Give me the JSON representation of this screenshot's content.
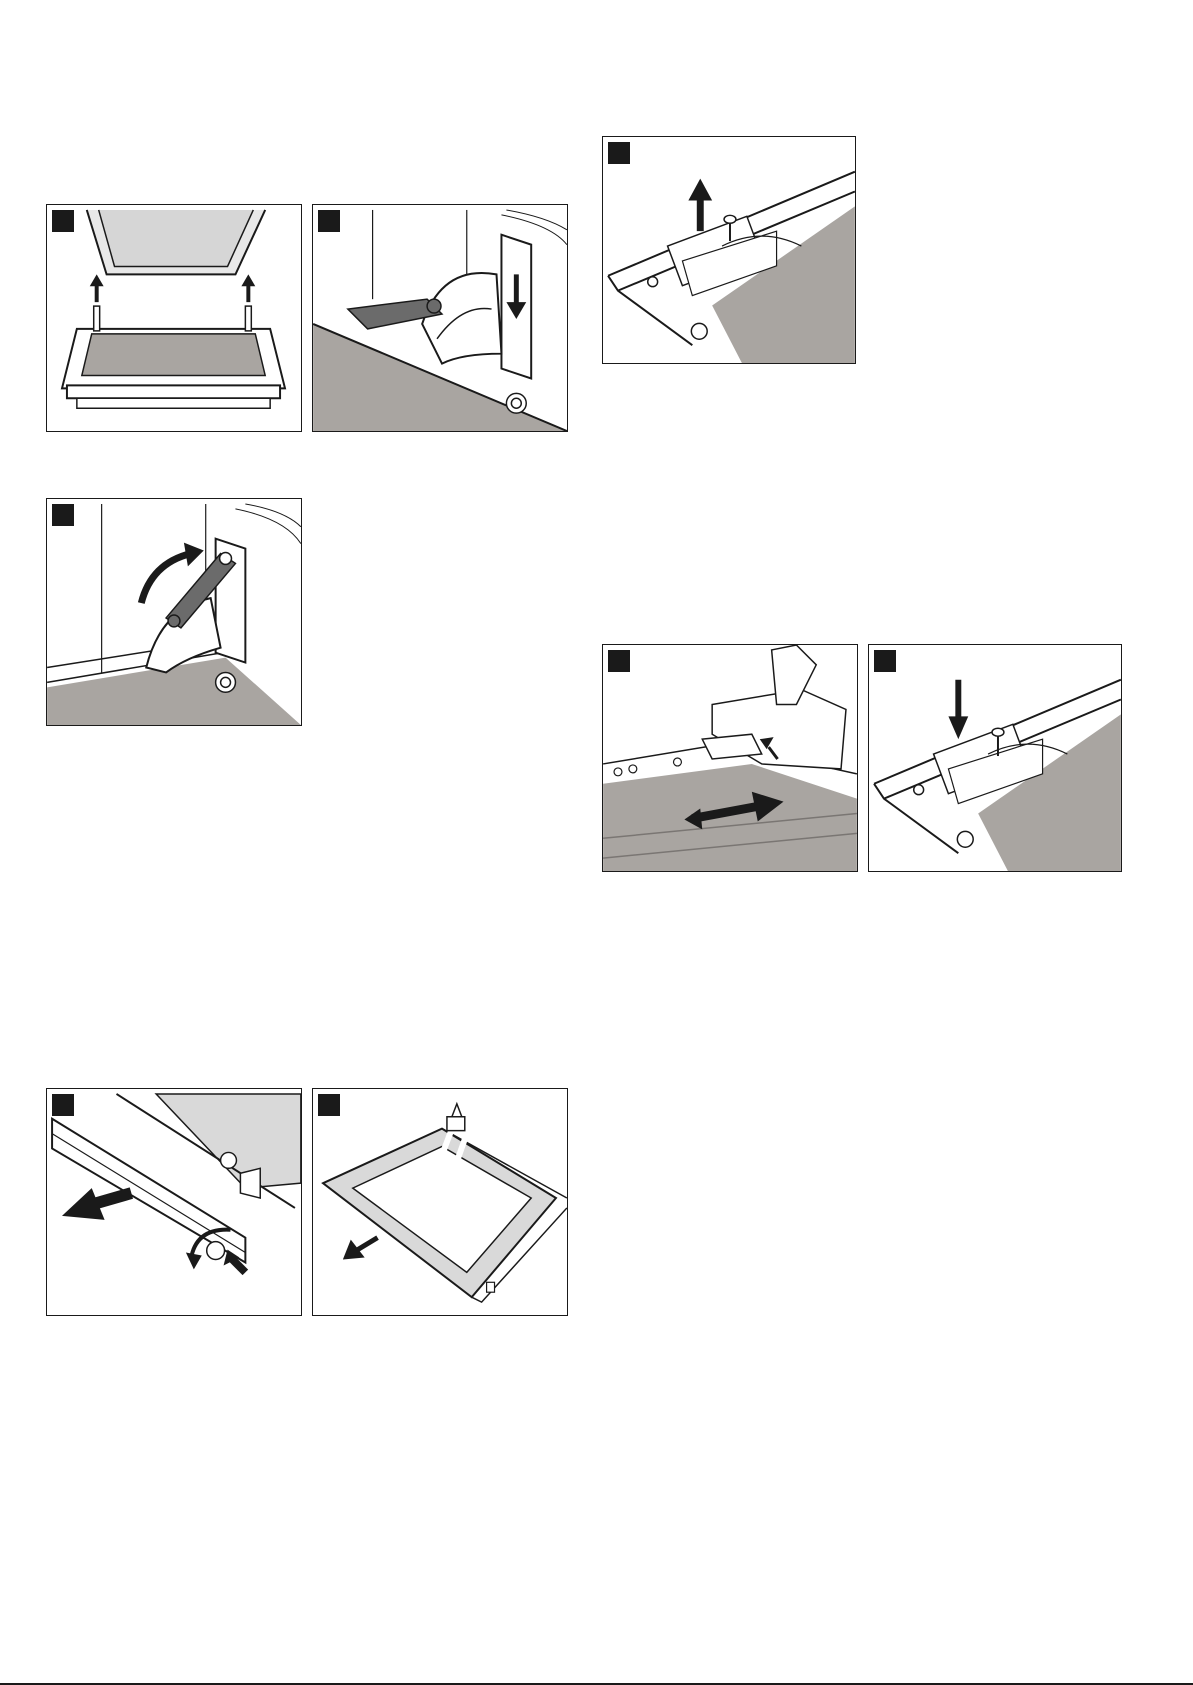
{
  "document": {
    "type": "appliance manual illustration page",
    "footer_rule": true
  },
  "figures": [
    {
      "id": "fig-door-hinges-up",
      "icon": "oven-door-hinge-arrows",
      "has_step_marker": true
    },
    {
      "id": "fig-lever-down",
      "icon": "hinge-lever-down",
      "has_step_marker": true
    },
    {
      "id": "fig-lever-up",
      "icon": "hinge-lever-rotate",
      "has_step_marker": true
    },
    {
      "id": "fig-remove-screw",
      "icon": "screw-removal",
      "has_step_marker": true
    },
    {
      "id": "fig-insert-panel",
      "icon": "panel-slide-in",
      "has_step_marker": true
    },
    {
      "id": "fig-insert-screw",
      "icon": "screw-insertion",
      "has_step_marker": true
    },
    {
      "id": "fig-remove-trim",
      "icon": "trim-removal",
      "has_step_marker": true
    },
    {
      "id": "fig-remove-glass",
      "icon": "glass-panel-removal",
      "has_step_marker": true
    }
  ],
  "colors": {
    "line": "#1a1a1a",
    "fill_gray": "#a9a5a1",
    "lever_gray": "#6b6b6b",
    "glass_light": "#d9d9d9"
  }
}
